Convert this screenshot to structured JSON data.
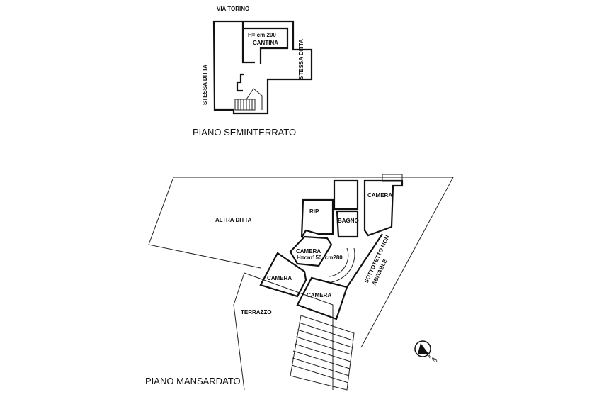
{
  "semiinterrato": {
    "street": "VIA TORINO",
    "side_left": "STESSA DITTA",
    "side_right": "STESSA DITTA",
    "room_height": "H= cm 200",
    "room": "CANTINA",
    "title": "PIANO SEMINTERRATO"
  },
  "mansardato": {
    "neighbor": "ALTRA DITTA",
    "rip": "RIP.",
    "bagno": "BAGNO",
    "camera_top": "CAMERA",
    "camera_center": "CAMERA",
    "camera_center_height": "H=cm150 /cm280",
    "camera_left": "CAMERA",
    "camera_bottom": "CAMERA",
    "attic_line1": "SOTTOTETTO NON",
    "attic_line2": "ABITABLE",
    "terrace": "TERRAZZO",
    "north": "NORD",
    "title": "PIANO MANSARDATO"
  }
}
